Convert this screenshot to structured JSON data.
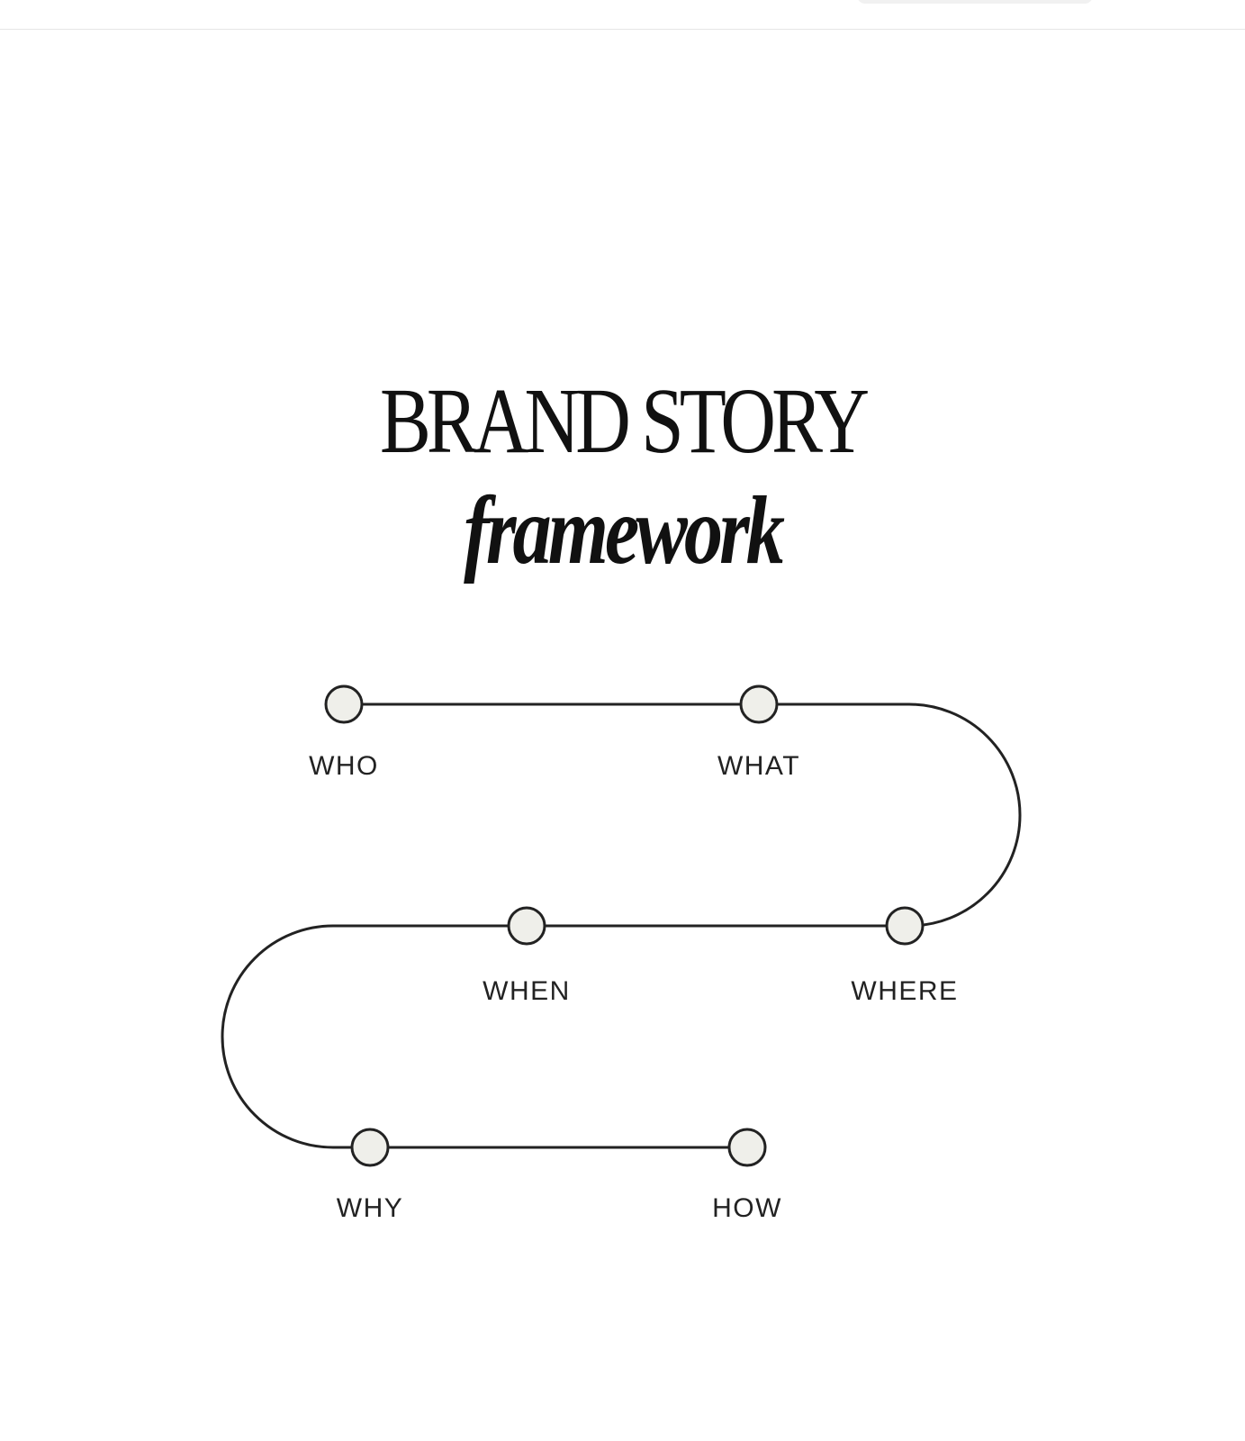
{
  "title": {
    "line1": "BRAND STORY",
    "line2": "framework"
  },
  "colors": {
    "line": "#222222",
    "node_fill": "#efefea",
    "node_stroke": "#222222",
    "text": "#111111"
  },
  "nodes": [
    {
      "label": "WHO"
    },
    {
      "label": "WHAT"
    },
    {
      "label": "WHERE"
    },
    {
      "label": "WHEN"
    },
    {
      "label": "WHY"
    },
    {
      "label": "HOW"
    }
  ]
}
